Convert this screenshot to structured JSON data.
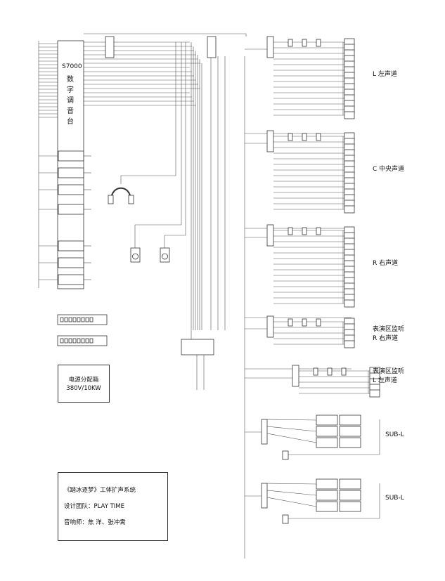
{
  "console": {
    "model": "S7000",
    "subtitle": "数字调音台"
  },
  "channels": [
    {
      "id": "L",
      "label": "L 左声道"
    },
    {
      "id": "C",
      "label": "C 中央声道"
    },
    {
      "id": "R",
      "label": "R 右声道"
    },
    {
      "id": "MR",
      "label_line1": "表演区监听",
      "label_line2": "R 右声道"
    },
    {
      "id": "ML",
      "label_line1": "表演区监听",
      "label_line2": "L 左声道"
    }
  ],
  "subwoofers": [
    {
      "id": "sub1",
      "label": "SUB-L"
    },
    {
      "id": "sub2",
      "label": "SUB-L"
    }
  ],
  "power": {
    "line1": "电源分配箱",
    "line2": "380V/10KW"
  },
  "credits": {
    "project": "《踏冰逐梦》工体扩声系统",
    "team": "设计团队：PLAY TIME",
    "engineer": "音响师：焦  洋、张冲霄"
  },
  "colors": {
    "line": "#555555",
    "box": "#333333",
    "background": "#ffffff"
  }
}
